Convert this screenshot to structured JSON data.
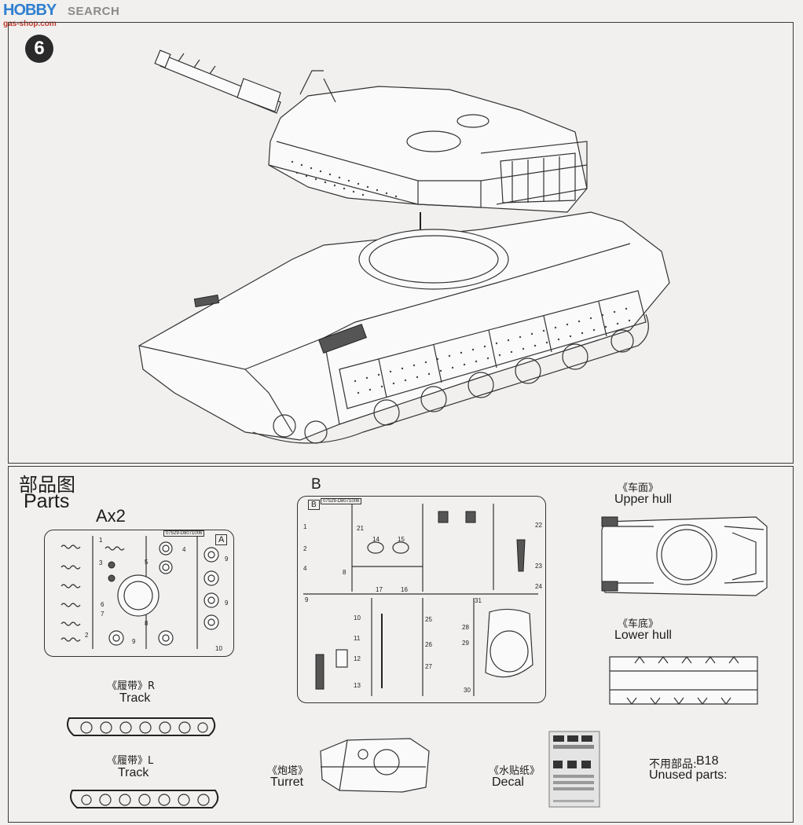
{
  "watermark": {
    "logo": "HOBBY",
    "search": "SEARCH",
    "url": "gas-shop.com"
  },
  "step": {
    "number": "6"
  },
  "parts_header": {
    "cn": "部品图",
    "en": "Parts"
  },
  "sprue_a": {
    "multiplier": "Ax2",
    "letter": "A",
    "code": "07529-D8071006"
  },
  "sprue_b": {
    "letter": "B",
    "code": "07529-D8071006"
  },
  "upper_hull": {
    "cn": "《车面》",
    "en": "Upper hull"
  },
  "lower_hull": {
    "cn": "《车底》",
    "en": "Lower hull"
  },
  "track_r": {
    "cn": "《履带》R",
    "en": "Track"
  },
  "track_l": {
    "cn": "《履带》L",
    "en": "Track"
  },
  "turret": {
    "cn": "《炮塔》",
    "en": "Turret"
  },
  "decal": {
    "cn": "《水贴纸》",
    "en": "Decal"
  },
  "unused": {
    "cn": "不用部品:",
    "part": "B18",
    "en": "Unused  parts:"
  },
  "icons": [
    "arrow-down-icon"
  ]
}
